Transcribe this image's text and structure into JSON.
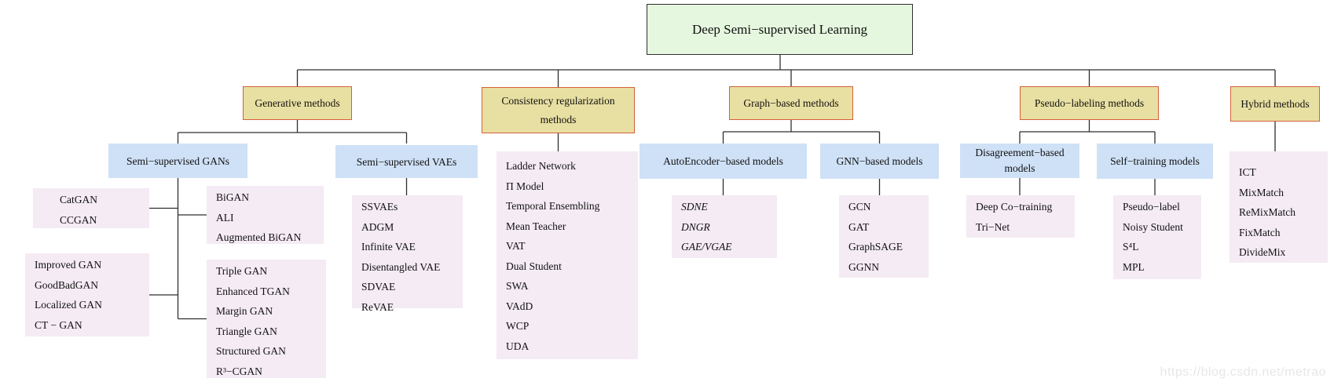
{
  "root": {
    "label": "Deep Semi−supervised Learning"
  },
  "categories": {
    "generative": {
      "label": "Generative methods"
    },
    "consistency": {
      "label": "Consistency regularization methods"
    },
    "graph": {
      "label": "Graph−based methods"
    },
    "pseudo": {
      "label": "Pseudo−labeling methods"
    },
    "hybrid": {
      "label": "Hybrid methods"
    }
  },
  "groups": {
    "ssgans": {
      "label": "Semi−supervised GANs"
    },
    "ssvaes": {
      "label": "Semi−supervised VAEs"
    },
    "autoencoder": {
      "label": "AutoEncoder−based models"
    },
    "gnn": {
      "label": "GNN−based models"
    },
    "disagreement": {
      "label": "Disagreement−based models"
    },
    "selftraining": {
      "label": "Self−training models"
    }
  },
  "leaves": {
    "catgan": [
      "CatGAN",
      "CCGAN"
    ],
    "bigan": [
      "BiGAN",
      "ALI",
      "Augmented BiGAN"
    ],
    "improved": [
      "Improved GAN",
      "GoodBadGAN",
      "Localized GAN",
      "CT − GAN"
    ],
    "triple": [
      "Triple GAN",
      "Enhanced TGAN",
      "Margin GAN",
      "Triangle GAN",
      "Structured GAN",
      "R³−CGAN"
    ],
    "vaes": [
      "SSVAEs",
      "ADGM",
      "Infinite VAE",
      "Disentangled VAE",
      "SDVAE",
      "ReVAE"
    ],
    "consistency": [
      "Ladder Network",
      "Π Model",
      "Temporal Ensembling",
      "Mean Teacher",
      "VAT",
      "Dual Student",
      "SWA",
      "VAdD",
      "WCP",
      "UDA"
    ],
    "autoencoder": [
      "SDNE",
      "DNGR",
      "GAE/VGAE"
    ],
    "gnn": [
      "GCN",
      "GAT",
      "GraphSAGE",
      "GGNN"
    ],
    "disagreement": [
      "Deep Co−training",
      "Tri−Net"
    ],
    "selftraining": [
      "Pseudo−label",
      "Noisy Student",
      "S⁴L",
      "MPL"
    ],
    "hybrid": [
      "ICT",
      "MixMatch",
      "ReMixMatch",
      "FixMatch",
      "DivideMix"
    ]
  },
  "watermark": {
    "text": "https://blog.csdn.net/metrao"
  },
  "colors": {
    "root_fill": "#e5f7de",
    "category_fill": "#e8e0a2",
    "category_border": "#d4603a",
    "group_fill": "#cfe1f6",
    "leaf_fill": "#f4ebf4",
    "line": "#2f2f2f",
    "watermark": "#e7e7ea"
  }
}
